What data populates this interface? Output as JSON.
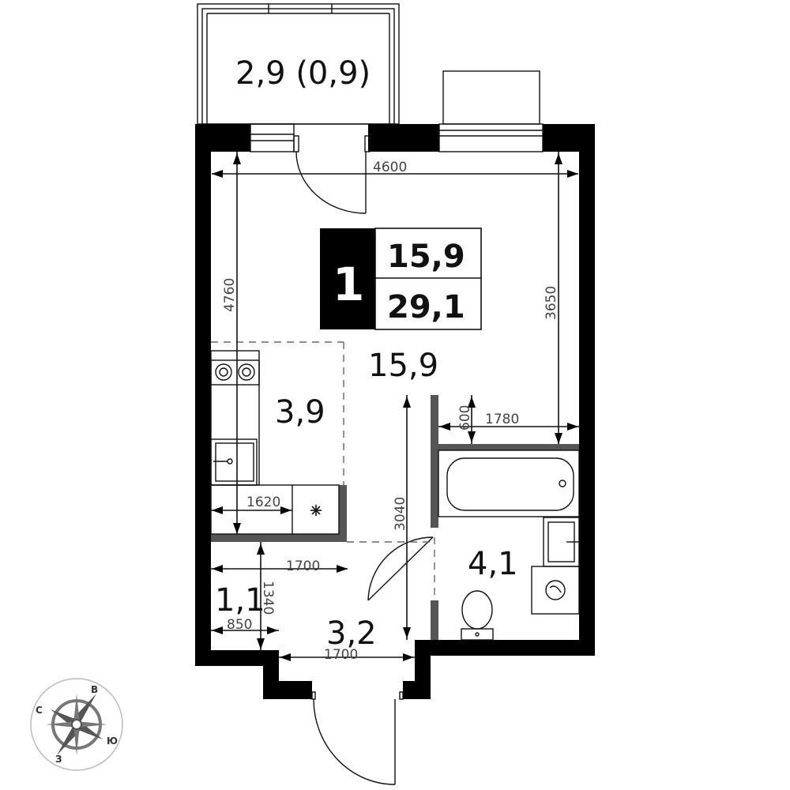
{
  "plan": {
    "rooms": {
      "main_room_area": "15,9",
      "kitchen_area": "3,9",
      "bathroom_area": "4,1",
      "hall_area": "3,2",
      "storage_area": "1,1",
      "balcony_area": "2,9 (0,9)"
    },
    "badge": {
      "rooms_count": "1",
      "living_area": "15,9",
      "total_area": "29,1"
    },
    "dimensions": {
      "width_top": "4600",
      "height_left": "4760",
      "height_right": "3650",
      "bath_width": "1780",
      "bath_gap": "600",
      "hall_height": "3040",
      "kitchen_width": "1620",
      "storage_top_width": "1700",
      "storage_height": "1340",
      "storage_width": "850",
      "entrance_width": "1700"
    },
    "compass": {
      "north": "С",
      "east": "В",
      "south": "Ю",
      "west": "З"
    }
  }
}
